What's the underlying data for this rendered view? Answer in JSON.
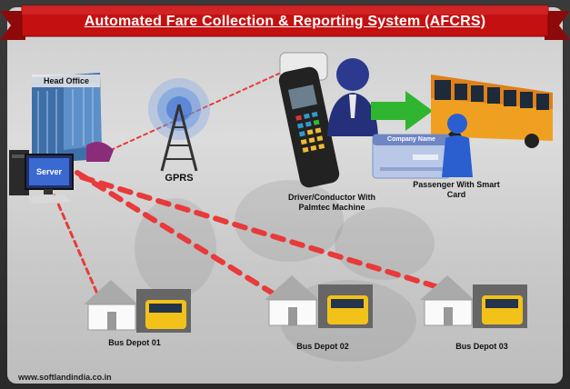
{
  "title": "Automated Fare Collection  & Reporting System (AFCRS)",
  "nodes": {
    "head_office": "Head Office",
    "server": "Server",
    "gprs": "GPRS",
    "driver": "Driver/Conductor With Palmtec Machine",
    "passenger": "Passenger With Smart Card",
    "card_company": "Company Name",
    "depot1": "Bus Depot 01",
    "depot2": "Bus Depot 02",
    "depot3": "Bus Depot 03"
  },
  "footer": {
    "url": "www.softlandindia.co.in"
  },
  "colors": {
    "banner": "#c41010",
    "link": "#e83a3a",
    "arrow": "#2fb52f",
    "bus": "#f0a020"
  }
}
